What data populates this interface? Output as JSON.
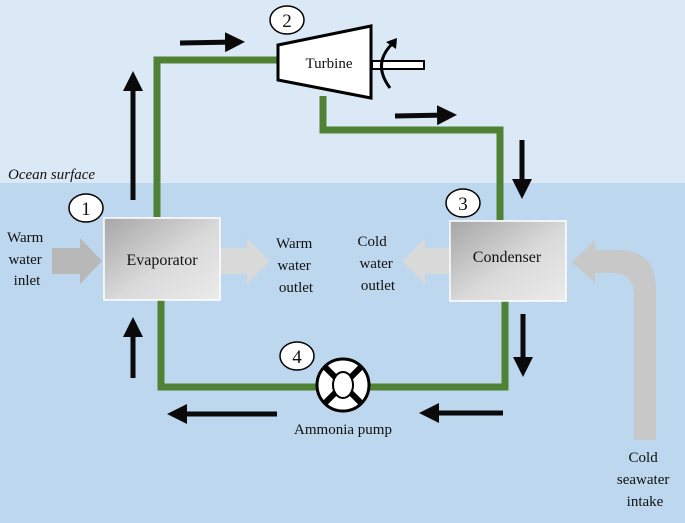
{
  "colors": {
    "sky": "#dbe8f5",
    "ocean": "#bcd7ee",
    "pipe": "#4f8234",
    "flow_arrow": "#0a0a0a",
    "water_arrow_warm_in": "#b8b8b8",
    "water_arrow_out": "#d9d9d9",
    "water_arrow_cold_intake": "#c8c8c8",
    "box_fill_light": "#e6e6e6",
    "box_fill_dark": "#9c9c9c"
  },
  "labels": {
    "ocean_surface": "Ocean surface",
    "turbine": "Turbine",
    "evaporator": "Evaporator",
    "condenser": "Condenser",
    "ammonia_pump": "Ammonia pump",
    "warm_water_inlet": [
      "Warm",
      "water",
      "inlet"
    ],
    "warm_water_outlet": [
      "Warm",
      "water",
      "outlet"
    ],
    "cold_water_outlet": [
      "Cold",
      "water",
      "outlet"
    ],
    "cold_seawater_intake": [
      "Cold",
      "seawater",
      "intake"
    ]
  },
  "state_points": [
    "1",
    "2",
    "3",
    "4"
  ]
}
